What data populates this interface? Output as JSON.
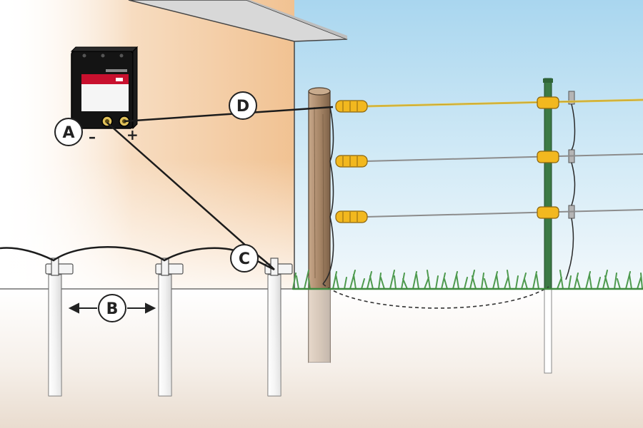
{
  "diagram": {
    "callouts": {
      "a": "A",
      "b": "B",
      "c": "C",
      "d": "D"
    },
    "terminals": {
      "negative": "–",
      "positive": "+"
    }
  },
  "colors": {
    "sky": "#bfe0f2",
    "wall": "#f3c9a0",
    "roof": "#d4d4d4",
    "wood_post": "#a88768",
    "steel_post": "#3c7a45",
    "grass": "#4e9a4e",
    "insulator": "#f2b81f",
    "hot_wire": "#e3c548",
    "fence_wire": "#8c8c8c",
    "energizer_body": "#141414",
    "energizer_panel": "#f5f5f5",
    "energizer_accent": "#c8102e"
  }
}
